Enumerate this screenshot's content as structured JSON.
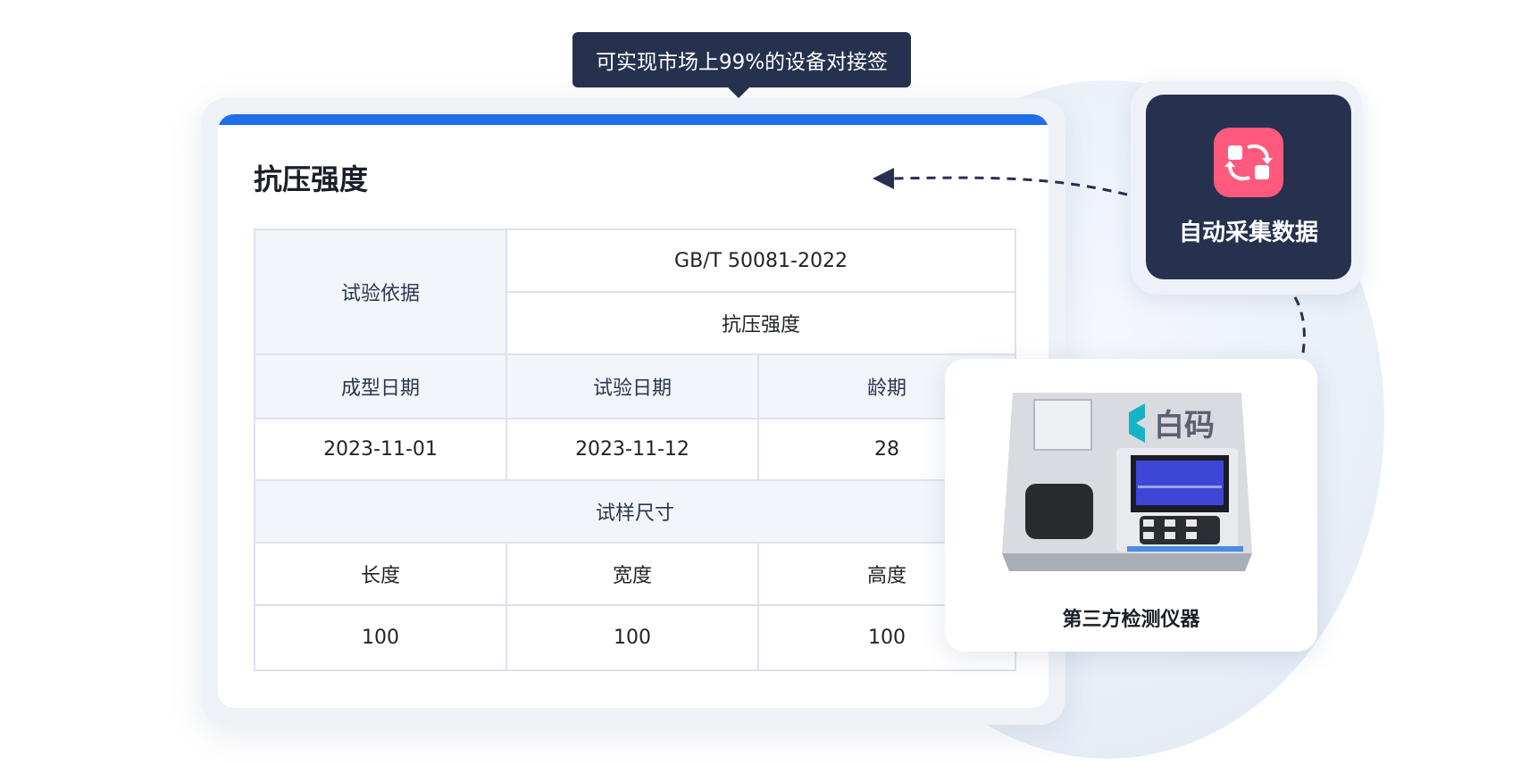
{
  "tooltip": {
    "text": "可实现市场上99%的设备对接签"
  },
  "card": {
    "title": "抗压强度"
  },
  "table": {
    "basis_label": "试验依据",
    "standard": "GB/T 50081-2022",
    "test_item": "抗压强度",
    "headers": [
      "成型日期",
      "试验日期",
      "龄期"
    ],
    "values": [
      "2023-11-01",
      "2023-11-12",
      "28"
    ],
    "size_label": "试样尺寸",
    "dim_headers": [
      "长度",
      "宽度",
      "高度"
    ],
    "dim_values": [
      "100",
      "100",
      "100"
    ]
  },
  "auto_collect": {
    "label": "自动采集数据",
    "icon": "sync-icon"
  },
  "device": {
    "label": "第三方检测仪器",
    "brand": "白码"
  },
  "colors": {
    "accent_blue": "#1f6ee8",
    "navy": "#263150",
    "icon_pink": "#ff5a7d",
    "brand_teal": "#16b3c4"
  }
}
